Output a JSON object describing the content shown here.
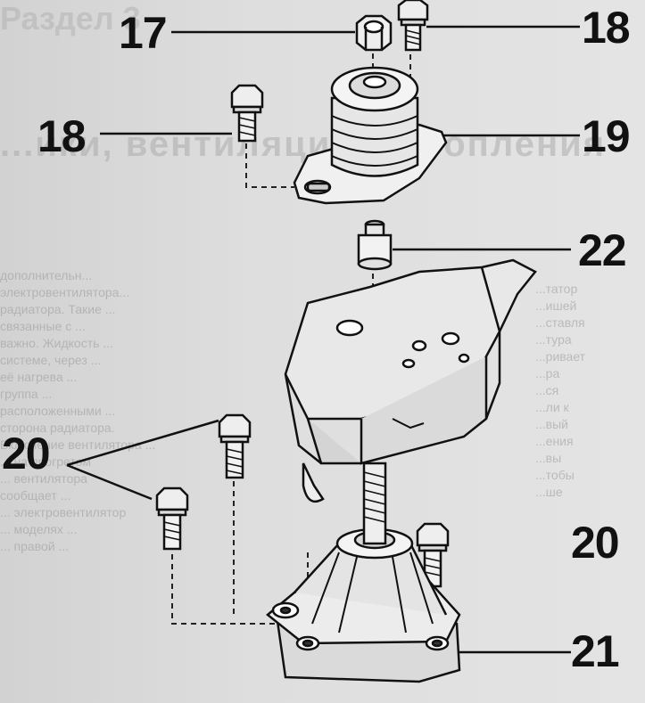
{
  "callouts": {
    "c17": "17",
    "c18_top": "18",
    "c18_left": "18",
    "c19": "19",
    "c22": "22",
    "c20_left": "20",
    "c20_right": "20",
    "c21": "21"
  },
  "background": {
    "section_heading": "Раздел 3",
    "page_heading": "...ики, вентиляции и отопления",
    "left_column": [
      "дополнительн...",
      "электровентилятора...",
      "радиатора. Такие ...",
      "связанные с ...",
      "важно. Жидкость ...",
      "системе, через ...",
      "её нагрева ...",
      "группа ...",
      "расположенными ...",
      "сторона радиатора.",
      "Включение вентилятора ...",
      "... на прогретом",
      "... вентилятора",
      "сообщает ...",
      "... электровентилятор",
      "... моделях ...",
      "... правой ..."
    ],
    "right_column": [
      "...татор",
      "...ишей",
      "...ставля",
      "...тура",
      "...ривает",
      "...ра",
      "...ся",
      "...ли к",
      "...вый",
      "...ения",
      "...вы",
      "...тобы",
      "...ше"
    ]
  }
}
